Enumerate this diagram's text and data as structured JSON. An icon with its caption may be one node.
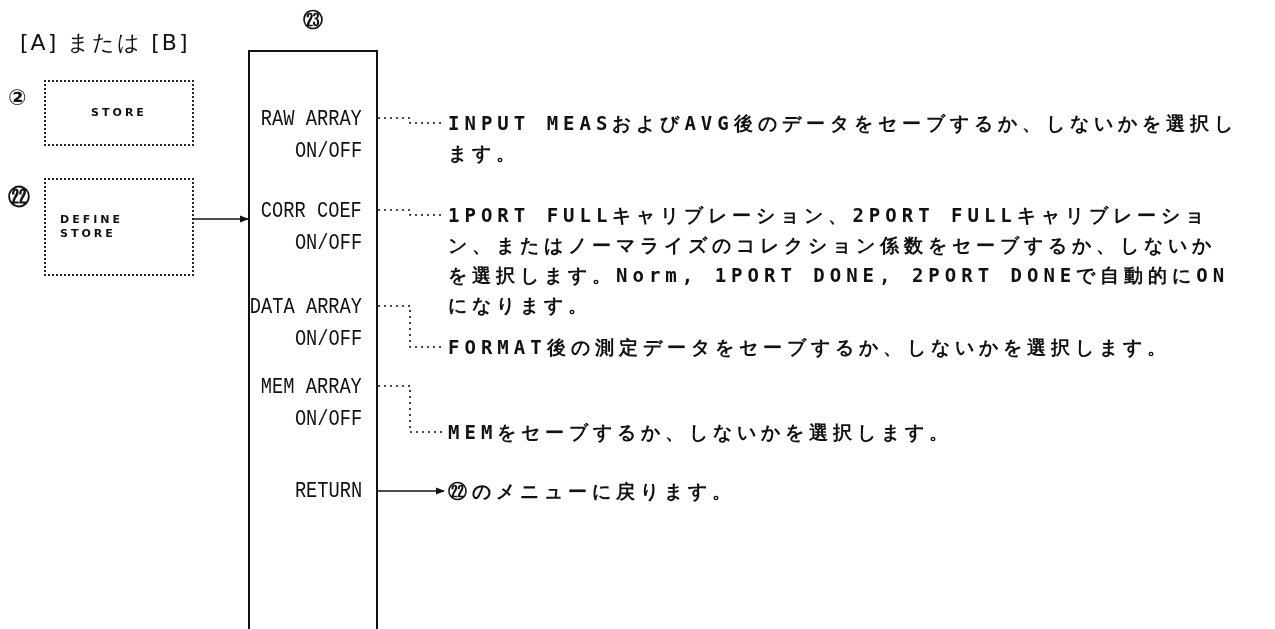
{
  "diagram": {
    "nodes": [
      {
        "text": [
          "STORE"
        ],
        "beside": [
          "②"
        ]
      },
      {
        "text": [
          "DEFINE STORE"
        ],
        "beside": [
          "㉒"
        ]
      },
      {
        "text": [
          "㉓"
        ]
      },
      {
        "text": [
          "RAW ARRAY",
          "ON/OFF"
        ],
        "in": 2
      },
      {
        "text": [
          "CORR COEF",
          "ON/OFF"
        ],
        "in": 2
      },
      {
        "text": [
          "DATA ARRAY",
          "ON/OFF"
        ],
        "in": 2
      },
      {
        "text": [
          "MEM ARRAY",
          "ON/OFF"
        ],
        "in": 2
      },
      {
        "text": [
          "RETURN"
        ],
        "in": 2
      },
      {
        "text": [
          "INPUT MEASおよびAVG後のデータをセーブするか、しないかを選択します。"
        ]
      },
      {
        "text": [
          "1PORT FULLキャリブレーション、2PORT FULLキャリブレーション、またはノーマライズのコレクション係数をセーブするか、しないかを選択します。Norm, 1PORT DONE, 2PORT DONEで自動的にONになります。"
        ]
      },
      {
        "text": [
          "FORMAT後の測定データをセーブするか、しないかを選択します。"
        ]
      },
      {
        "text": [
          "MEMをセーブするか、しないかを選択します。"
        ]
      },
      {
        "text": [
          "㉒のメニューに戻ります。"
        ]
      }
    ],
    "edges": [
      {
        "from": 1,
        "to": 2,
        "arrow": "to"
      },
      {
        "from": 3,
        "to": 8,
        "arrow": "none",
        "style": "dashed"
      },
      {
        "from": 4,
        "to": 9,
        "arrow": "none",
        "style": "dashed"
      },
      {
        "from": 5,
        "to": 10,
        "arrow": "none",
        "style": "dashed"
      },
      {
        "from": 6,
        "to": 11,
        "arrow": "none",
        "style": "dashed"
      },
      {
        "from": 7,
        "to": 12,
        "arrow": "to"
      }
    ],
    "labels": [
      "[A] または [B]"
    ]
  }
}
